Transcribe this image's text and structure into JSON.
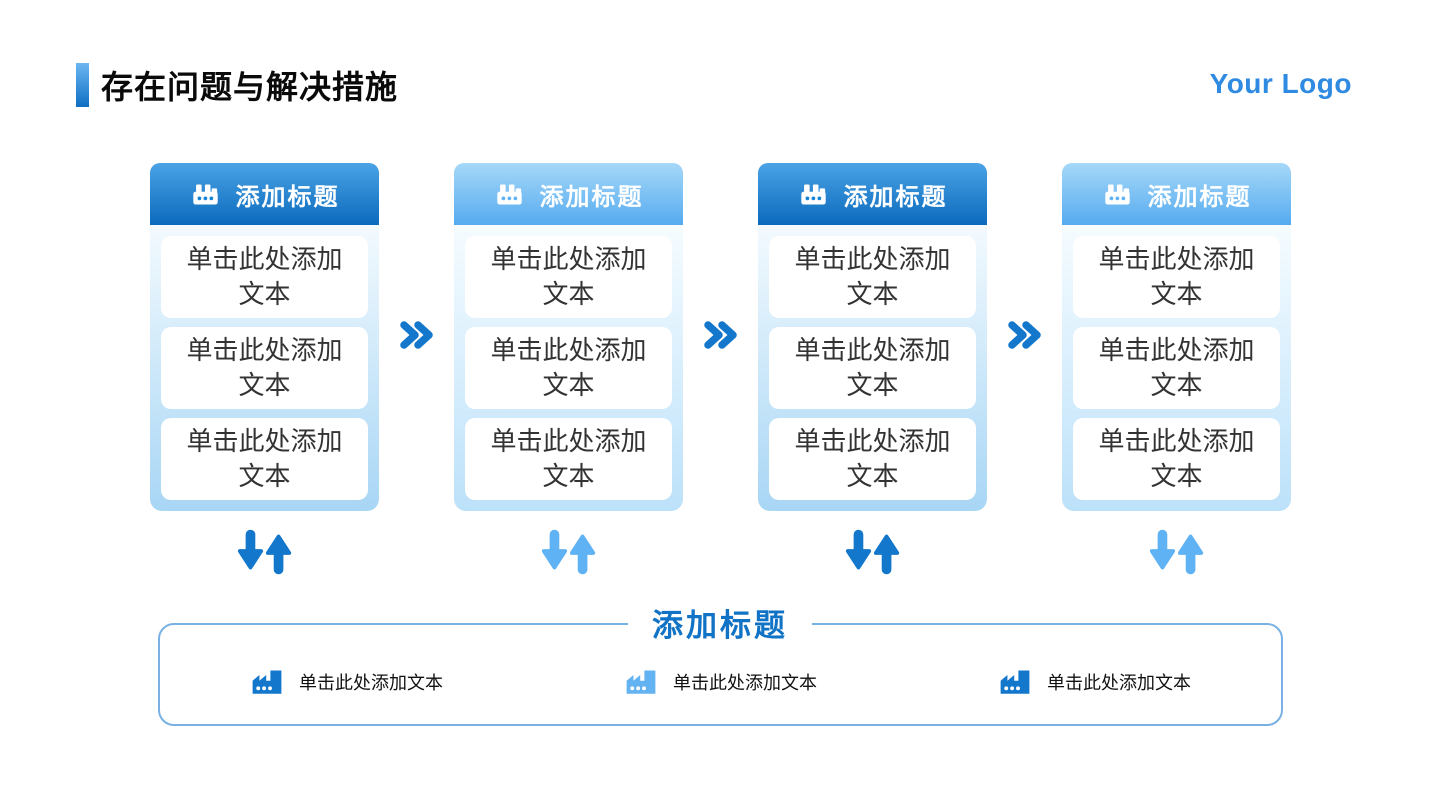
{
  "slide": {
    "title": "存在问题与解决措施",
    "logo_text": "Your Logo"
  },
  "columns": [
    {
      "variant": "dark",
      "title": "添加标题",
      "cards": [
        "单击此处添加文本",
        "单击此处添加文本",
        "单击此处添加文本"
      ]
    },
    {
      "variant": "light",
      "title": "添加标题",
      "cards": [
        "单击此处添加文本",
        "单击此处添加文本",
        "单击此处添加文本"
      ]
    },
    {
      "variant": "dark",
      "title": "添加标题",
      "cards": [
        "单击此处添加文本",
        "单击此处添加文本",
        "单击此处添加文本"
      ]
    },
    {
      "variant": "light",
      "title": "添加标题",
      "cards": [
        "单击此处添加文本",
        "单击此处添加文本",
        "单击此处添加文本"
      ]
    }
  ],
  "summary": {
    "title": "添加标题",
    "items": [
      {
        "variant": "dark",
        "text": "单击此处添加文本"
      },
      {
        "variant": "light",
        "text": "单击此处添加文本"
      },
      {
        "variant": "dark",
        "text": "单击此处添加文本"
      }
    ]
  },
  "icons": {
    "column_header": "factory-icon",
    "connector": "double-chevron-icon",
    "below_column": "swap-arrows-icon",
    "summary_item": "factory-icon"
  },
  "colors": {
    "primary_dark": "#1173C5",
    "primary_light": "#5FB2F3",
    "header_dark_top": "#4AA3E5",
    "header_dark_bottom": "#0B6ABD",
    "header_light_top": "#A6D8F9",
    "header_light_bottom": "#55ABEF",
    "body_gradient_top": "#F3FAFE",
    "body_gradient_bottom": "#A8D6F5",
    "summary_border": "#79B1E4",
    "logo": "#2F8AE1",
    "title_text": "#0A0A0A"
  }
}
